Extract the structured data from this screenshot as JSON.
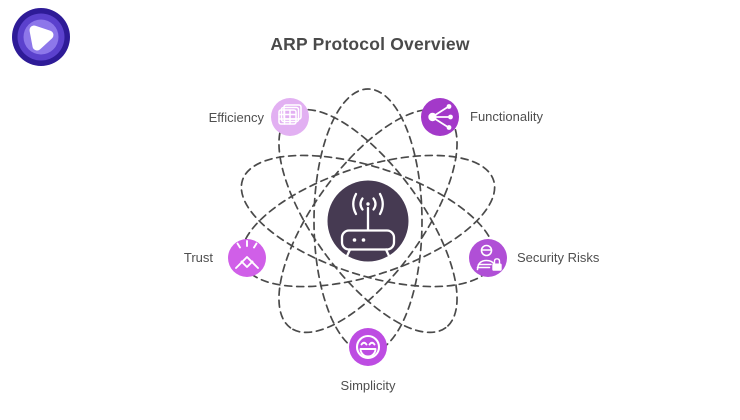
{
  "header": {
    "title": "ARP Protocol Overview"
  },
  "logo": {
    "ring_colors": [
      "#2e1b97",
      "#5b41cd",
      "#8d77ea"
    ],
    "core_color": "#ffffff"
  },
  "diagram": {
    "orbit_color": "#4a4a4a",
    "center": {
      "icon": "wireless-router-icon",
      "color": "#463a52"
    },
    "nodes": [
      {
        "label": "Efficiency",
        "icon": "stacked-tables-icon",
        "color": "#e2b0f2",
        "position": "top-left"
      },
      {
        "label": "Functionality",
        "icon": "share-network-icon",
        "color": "#a339c9",
        "position": "top-right"
      },
      {
        "label": "Trust",
        "icon": "handshake-sparks-icon",
        "color": "#d05fe8",
        "position": "left"
      },
      {
        "label": "Security Risks",
        "icon": "hacker-lock-icon",
        "color": "#b04fd6",
        "position": "right"
      },
      {
        "label": "Simplicity",
        "icon": "smiley-face-icon",
        "color": "#bd4ce2",
        "position": "bottom"
      }
    ]
  }
}
